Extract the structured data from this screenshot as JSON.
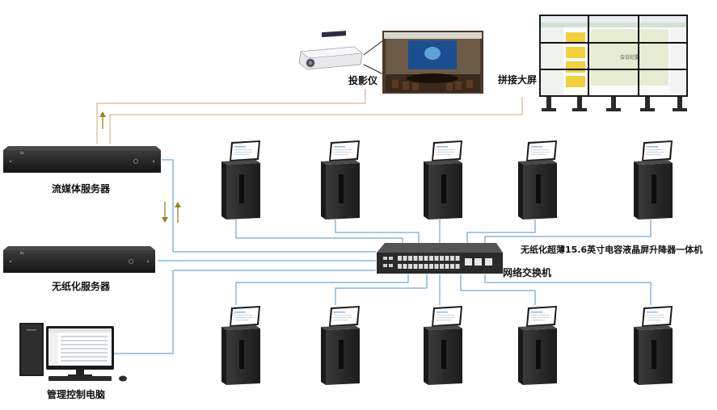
{
  "labels": {
    "projector": "投影仪",
    "video_wall": "拼接大屏",
    "media_server": "流媒体服务器",
    "paperless_server": "无纸化服务器",
    "terminal": "无纸化超薄15.6英寸电容液晶屏升降器一体机",
    "switch": "网络交换机",
    "admin_pc": "管理控制电脑"
  },
  "wall_screen_text": "会议纪要",
  "server_brand": "itc",
  "colors": {
    "blue_line": "#4f93c9",
    "orange_line": "#d7a374",
    "arrow": "#9a8220"
  }
}
